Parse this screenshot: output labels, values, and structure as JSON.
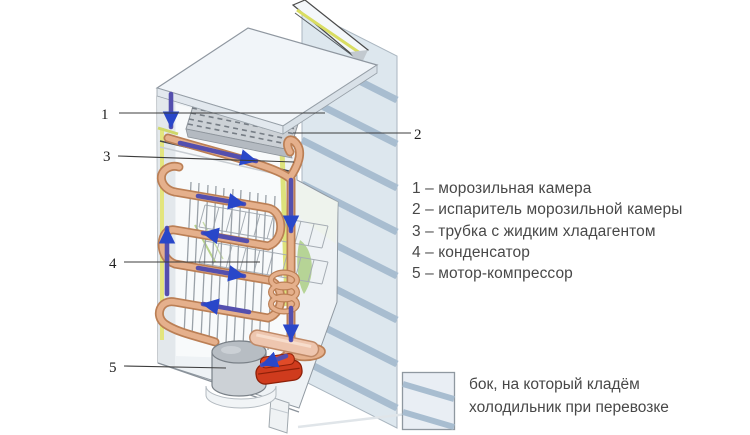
{
  "diagram": {
    "description": "Cutaway isometric diagram of a refrigerator cooling circuit",
    "callouts": [
      {
        "num": "1",
        "target": "freezer compartment"
      },
      {
        "num": "2",
        "target": "freezer evaporator"
      },
      {
        "num": "3",
        "target": "liquid refrigerant tube"
      },
      {
        "num": "4",
        "target": "condenser"
      },
      {
        "num": "5",
        "target": "motor-compressor"
      }
    ]
  },
  "legend": {
    "items": [
      {
        "text": "1 – морозильная камера"
      },
      {
        "text": "2 – испаритель морозильной камеры"
      },
      {
        "text": "3 – трубка с жидким хладагентом"
      },
      {
        "text": "4 – конденсатор"
      },
      {
        "text": "5 – мотор-компрессор"
      }
    ]
  },
  "transport_note": {
    "text": "бок, на который кладём холодильник при перевозке"
  },
  "colors": {
    "wall_fill": "#dde7ee",
    "wall_stripe": "#a8bdd0",
    "copper_tube": "#e5b08c",
    "copper_outline": "#bb7f55",
    "flow_purple": "#544fae",
    "arrow_blue": "#2947c9",
    "accent_yellow": "#e3e57e",
    "accent_green": "#abcf85",
    "compressor_gray": "#ccd1d6",
    "relay_red": "#cf3b1d",
    "text_gray": "#484848"
  }
}
